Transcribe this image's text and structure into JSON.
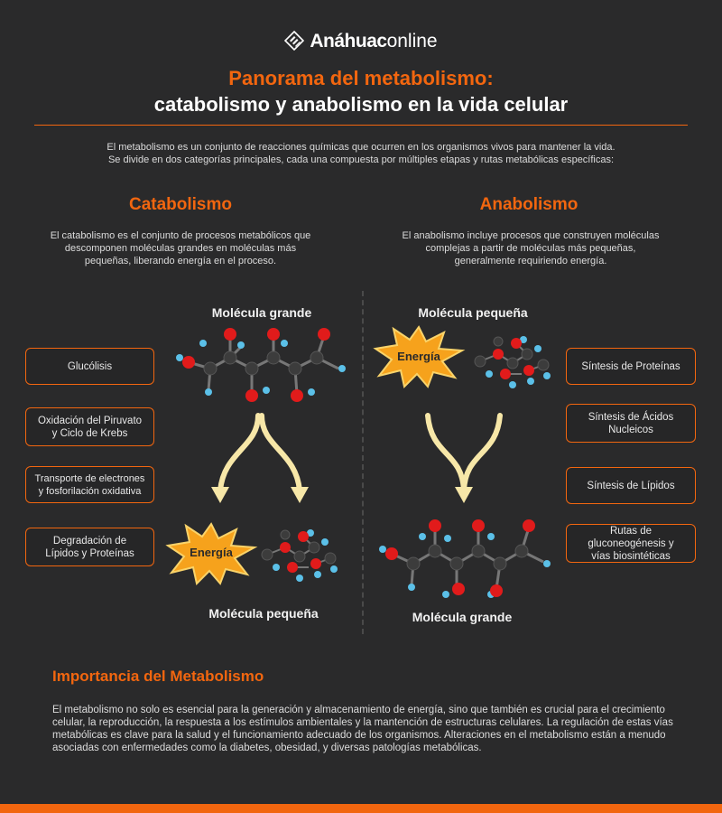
{
  "brand": {
    "logo_bold": "Anáhuac",
    "logo_light": "online"
  },
  "header": {
    "title_line1": "Panorama del metabolismo:",
    "title_line2": "catabolismo y anabolismo en la vida celular"
  },
  "intro": {
    "line1": "El metabolismo es un conjunto de reacciones químicas que ocurren en los organismos vivos para mantener la vida.",
    "line2": "Se divide en dos categorías principales, cada una compuesta por múltiples etapas y rutas metabólicas específicas:"
  },
  "catabolism": {
    "title": "Catabolismo",
    "desc": [
      "El catabolismo es el conjunto de procesos metabólicos que",
      "descomponen moléculas grandes en moléculas más",
      "pequeñas, liberando energía en el proceso."
    ],
    "top_label": "Molécula grande",
    "bottom_label": "Molécula pequeña",
    "energy_label": "Energía",
    "steps": [
      [
        "Glucólisis"
      ],
      [
        "Oxidación del Piruvato",
        "y Ciclo de Krebs"
      ],
      [
        "Transporte de electrones",
        "y fosforilación oxidativa"
      ],
      [
        "Degradación de",
        "Lípidos y Proteínas"
      ]
    ]
  },
  "anabolism": {
    "title": "Anabolismo",
    "desc": [
      "El anabolismo incluye procesos que construyen moléculas",
      "complejas a partir de moléculas más pequeñas,",
      "generalmente requiriendo energía."
    ],
    "top_label": "Molécula pequeña",
    "bottom_label": "Molécula grande",
    "energy_label": "Energía",
    "steps": [
      [
        "Síntesis de Proteínas"
      ],
      [
        "Síntesis de Ácidos",
        "Nucleicos"
      ],
      [
        "Síntesis de Lípidos"
      ],
      [
        "Rutas de",
        "gluconeogénesis y",
        "vías biosintéticas"
      ]
    ]
  },
  "importance": {
    "title": "Importancia del Metabolismo",
    "lines": [
      "El metabolismo no solo es esencial para la generación y almacenamiento de energía, sino que también es crucial para el crecimiento",
      "celular, la reproducción, la respuesta a los estímulos ambientales y la mantención de estructuras celulares. La regulación de estas vías",
      "metabólicas es clave para la salud y el funcionamiento adecuado de los organismos. Alteraciones en el metabolismo están a menudo",
      "asociadas con enfermedades como la diabetes, obesidad, y diversas patologías metabólicas."
    ]
  },
  "colors": {
    "accent": "#f2660f",
    "background": "#2a2a2b",
    "arrow": "#f7e7a8",
    "star": "#f6a21c",
    "oxygen": "#e11b1b",
    "carbon": "#3c3c3c",
    "hydrogen": "#5bc0e8"
  },
  "icons": {
    "logo": "brand-mark-icon",
    "energy": "energy-burst-icon",
    "arrow": "curved-arrow-icon",
    "molecule": "molecule-icon"
  }
}
